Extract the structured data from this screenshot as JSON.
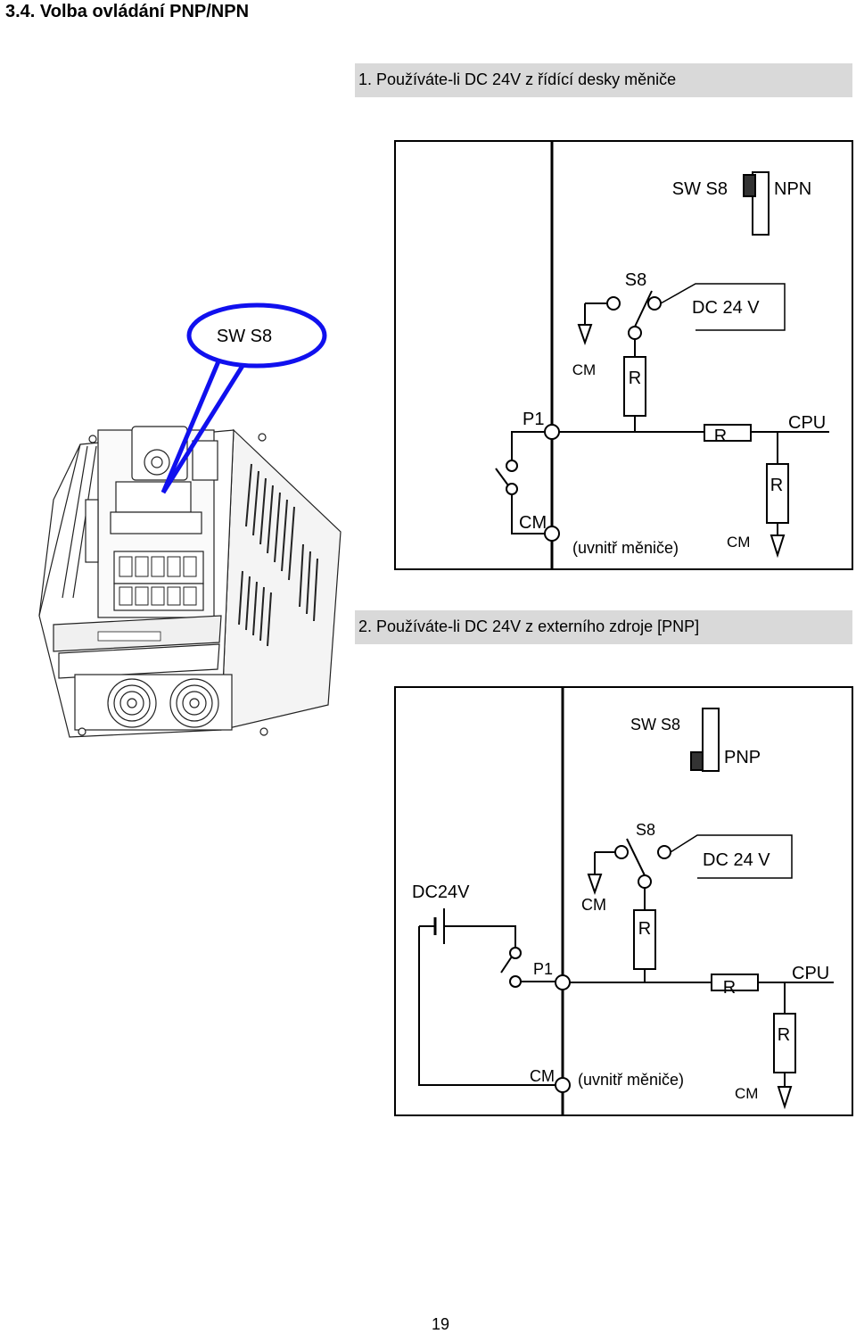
{
  "section": {
    "title": "3.4.  Volba ovládání PNP/NPN"
  },
  "case1": {
    "heading": "1. Používáte-li DC 24V z řídící desky měniče",
    "callout": "SW S8",
    "switch_label": "SW S8",
    "switch_mode": "NPN",
    "s8": "S8",
    "dc": "DC 24 V",
    "cm_top": "CM",
    "r_top": "R",
    "p1": "P1",
    "r_mid": "R",
    "cpu": "CPU",
    "r_right": "R",
    "cm_left": "CM",
    "inside": "(uvnitř měniče)",
    "cm_right": "CM"
  },
  "case2": {
    "heading": "2. Používáte-li DC 24V z externího zdroje [PNP]",
    "switch_label": "SW S8",
    "switch_mode": "PNP",
    "s8": "S8",
    "dc": "DC 24 V",
    "dc24v": "DC24V",
    "cm_top": "CM",
    "r_top": "R",
    "p1": "P1",
    "r_mid": "R",
    "cpu": "CPU",
    "r_right": "R",
    "cm_left": "CM",
    "inside": "(uvnitř měniče)",
    "cm_right": "CM"
  },
  "page": {
    "number": "19"
  }
}
